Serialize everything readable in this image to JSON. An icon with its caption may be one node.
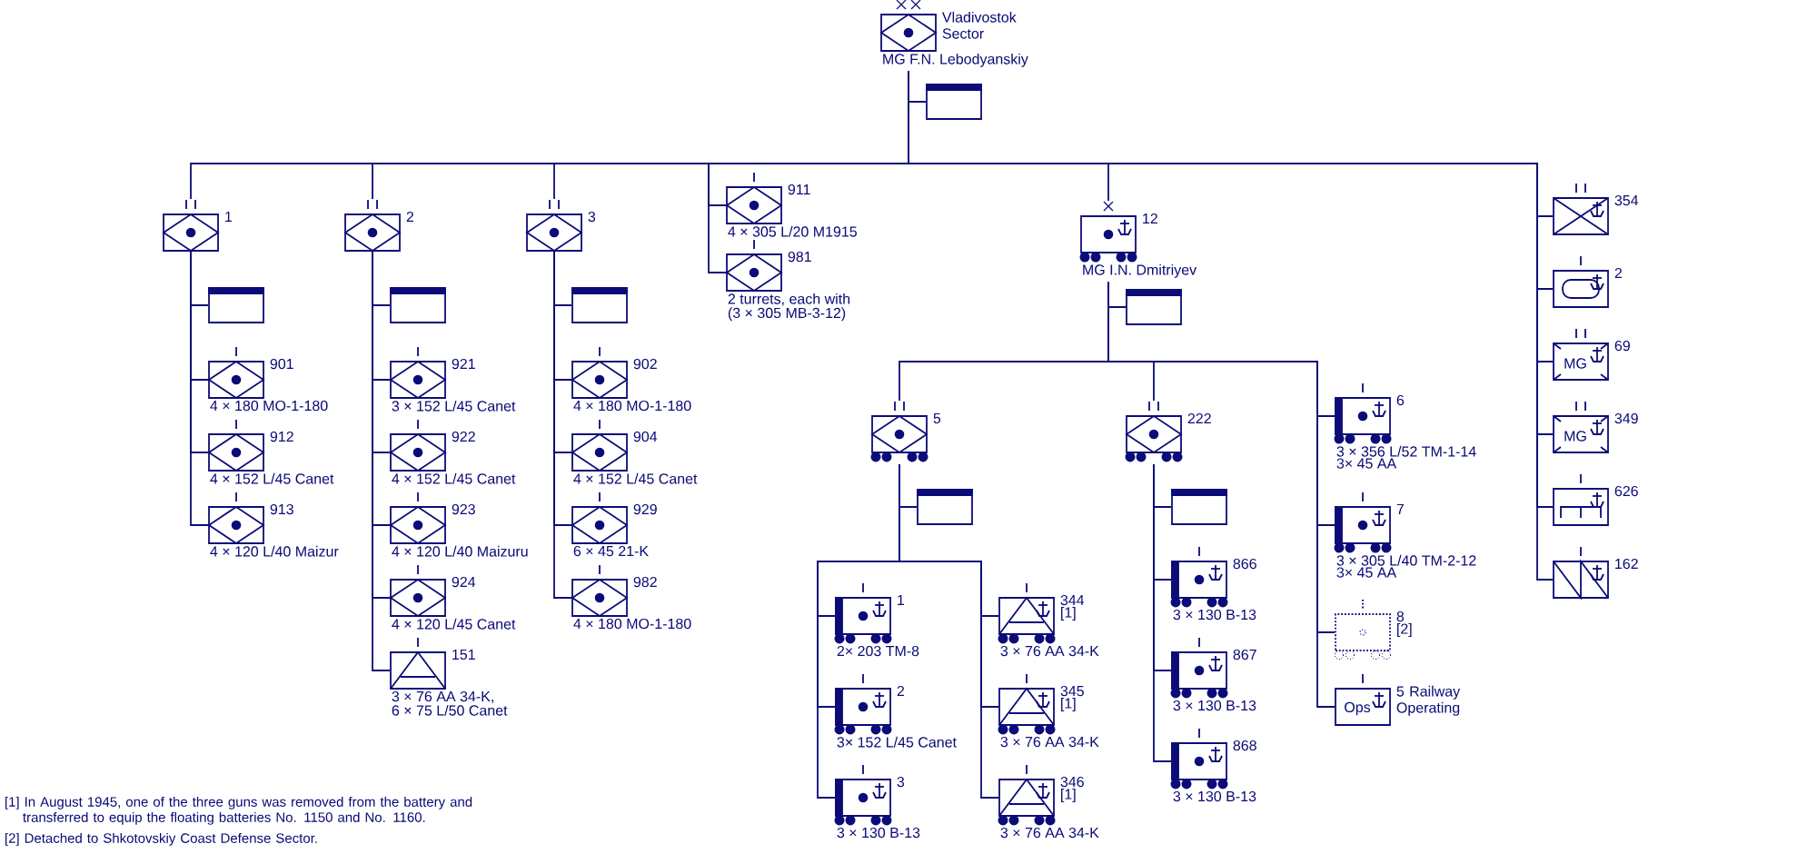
{
  "diagram": {
    "nodes": [
      {
        "text": [
          "Vladivostok Sector",
          "MG F.N. Lebodyanskiy"
        ]
      },
      {
        "text": [],
        "shape": "box"
      },
      {
        "text": [
          "1"
        ]
      },
      {
        "text": [],
        "shape": "box"
      },
      {
        "text": [
          "901",
          "4 × 180 MO-1-180"
        ]
      },
      {
        "text": [
          "912",
          "4 × 152 L/45 Canet"
        ]
      },
      {
        "text": [
          "913",
          "4 × 120 L/40 Maizur"
        ]
      },
      {
        "text": [
          "2"
        ]
      },
      {
        "text": [],
        "shape": "box"
      },
      {
        "text": [
          "921",
          "3 × 152 L/45 Canet"
        ]
      },
      {
        "text": [
          "922",
          "4 × 152 L/45 Canet"
        ]
      },
      {
        "text": [
          "923",
          "4 × 120 L/40 Maizuru"
        ]
      },
      {
        "text": [
          "924",
          "4 × 120 L/45 Canet"
        ]
      },
      {
        "text": [
          "151",
          "3 × 76 AA 34-K,",
          "6 × 75 L/50 Canet"
        ]
      },
      {
        "text": [
          "3"
        ]
      },
      {
        "text": [],
        "shape": "box"
      },
      {
        "text": [
          "902",
          "4 × 180 MO-1-180"
        ]
      },
      {
        "text": [
          "904",
          "4 × 152 L/45 Canet"
        ]
      },
      {
        "text": [
          "929",
          "6 × 45 21-K"
        ]
      },
      {
        "text": [
          "982",
          "4 × 180 MO-1-180"
        ]
      },
      {
        "text": [
          "911",
          "4 × 305 L/20 M1915"
        ]
      },
      {
        "text": [
          "981",
          "2 turrets, each with",
          "(3 × 305 MB-3-12)"
        ]
      },
      {
        "text": [
          "12",
          "MG I.N. Dmitriyev"
        ]
      },
      {
        "text": [],
        "shape": "box"
      },
      {
        "text": [
          "5"
        ]
      },
      {
        "text": [],
        "shape": "box"
      },
      {
        "text": [
          "1",
          "2× 203 TM-8"
        ]
      },
      {
        "text": [
          "2",
          "3× 152 L/45 Canet"
        ]
      },
      {
        "text": [
          "3",
          "3 × 130 B-13"
        ]
      },
      {
        "text": [
          "344",
          "[1]",
          "3 × 76 AA 34-K"
        ]
      },
      {
        "text": [
          "345",
          "[1]",
          "3 × 76 AA 34-K"
        ]
      },
      {
        "text": [
          "346",
          "[1]",
          "3 × 76 AA 34-K"
        ]
      },
      {
        "text": [
          "222"
        ]
      },
      {
        "text": [],
        "shape": "box"
      },
      {
        "text": [
          "866",
          "3 × 130 B-13"
        ]
      },
      {
        "text": [
          "867",
          "3 × 130 B-13"
        ]
      },
      {
        "text": [
          "868",
          "3 × 130 B-13"
        ]
      },
      {
        "text": [
          "6",
          "3 × 356 L/52 TM-1-14",
          "3× 45 AA"
        ]
      },
      {
        "text": [
          "7",
          "3 × 305 L/40 TM-2-12",
          "3× 45 AA"
        ]
      },
      {
        "text": [
          "8",
          "[2]"
        ]
      },
      {
        "text": [
          "Ops",
          "5 Railway Operating"
        ]
      },
      {
        "text": [
          "354"
        ]
      },
      {
        "text": [
          "2"
        ]
      },
      {
        "text": [
          "MG",
          "69"
        ]
      },
      {
        "text": [
          "MG",
          "349"
        ]
      },
      {
        "text": [
          "626"
        ]
      },
      {
        "text": [
          "162"
        ]
      }
    ],
    "edges": [
      {
        "from": 0,
        "to": 1,
        "arrow": "none"
      },
      {
        "from": 0,
        "to": 2,
        "arrow": "none"
      },
      {
        "from": 2,
        "to": 3,
        "arrow": "none"
      },
      {
        "from": 2,
        "to": 4,
        "arrow": "none"
      },
      {
        "from": 2,
        "to": 5,
        "arrow": "none"
      },
      {
        "from": 2,
        "to": 6,
        "arrow": "none"
      },
      {
        "from": 0,
        "to": 7,
        "arrow": "none"
      },
      {
        "from": 7,
        "to": 8,
        "arrow": "none"
      },
      {
        "from": 7,
        "to": 9,
        "arrow": "none"
      },
      {
        "from": 7,
        "to": 10,
        "arrow": "none"
      },
      {
        "from": 7,
        "to": 11,
        "arrow": "none"
      },
      {
        "from": 7,
        "to": 12,
        "arrow": "none"
      },
      {
        "from": 7,
        "to": 13,
        "arrow": "none"
      },
      {
        "from": 0,
        "to": 14,
        "arrow": "none"
      },
      {
        "from": 14,
        "to": 15,
        "arrow": "none"
      },
      {
        "from": 14,
        "to": 16,
        "arrow": "none"
      },
      {
        "from": 14,
        "to": 17,
        "arrow": "none"
      },
      {
        "from": 14,
        "to": 18,
        "arrow": "none"
      },
      {
        "from": 14,
        "to": 19,
        "arrow": "none"
      },
      {
        "from": 0,
        "to": 20,
        "arrow": "none"
      },
      {
        "from": 0,
        "to": 21,
        "arrow": "none"
      },
      {
        "from": 0,
        "to": 22,
        "arrow": "none"
      },
      {
        "from": 22,
        "to": 23,
        "arrow": "none"
      },
      {
        "from": 22,
        "to": 24,
        "arrow": "none"
      },
      {
        "from": 24,
        "to": 25,
        "arrow": "none"
      },
      {
        "from": 24,
        "to": 26,
        "arrow": "none"
      },
      {
        "from": 24,
        "to": 27,
        "arrow": "none"
      },
      {
        "from": 24,
        "to": 28,
        "arrow": "none"
      },
      {
        "from": 24,
        "to": 29,
        "arrow": "none"
      },
      {
        "from": 24,
        "to": 30,
        "arrow": "none"
      },
      {
        "from": 24,
        "to": 31,
        "arrow": "none"
      },
      {
        "from": 22,
        "to": 32,
        "arrow": "none"
      },
      {
        "from": 32,
        "to": 33,
        "arrow": "none"
      },
      {
        "from": 32,
        "to": 34,
        "arrow": "none"
      },
      {
        "from": 32,
        "to": 35,
        "arrow": "none"
      },
      {
        "from": 32,
        "to": 36,
        "arrow": "none"
      },
      {
        "from": 22,
        "to": 37,
        "arrow": "none"
      },
      {
        "from": 22,
        "to": 38,
        "arrow": "none"
      },
      {
        "from": 22,
        "to": 39,
        "arrow": "none"
      },
      {
        "from": 22,
        "to": 40,
        "arrow": "none"
      },
      {
        "from": 0,
        "to": 41,
        "arrow": "none"
      },
      {
        "from": 0,
        "to": 42,
        "arrow": "none"
      },
      {
        "from": 0,
        "to": 43,
        "arrow": "none"
      },
      {
        "from": 0,
        "to": 44,
        "arrow": "none"
      },
      {
        "from": 0,
        "to": 45,
        "arrow": "none"
      },
      {
        "from": 0,
        "to": 46,
        "arrow": "none"
      }
    ],
    "labels": [
      "[1] In August 1945, one of the three guns was removed from the battery and transferred to equip the floating batteries No. 1150 and No. 1160.",
      "[2] Detached to Shkotovskiy Coast Defense Sector."
    ]
  }
}
